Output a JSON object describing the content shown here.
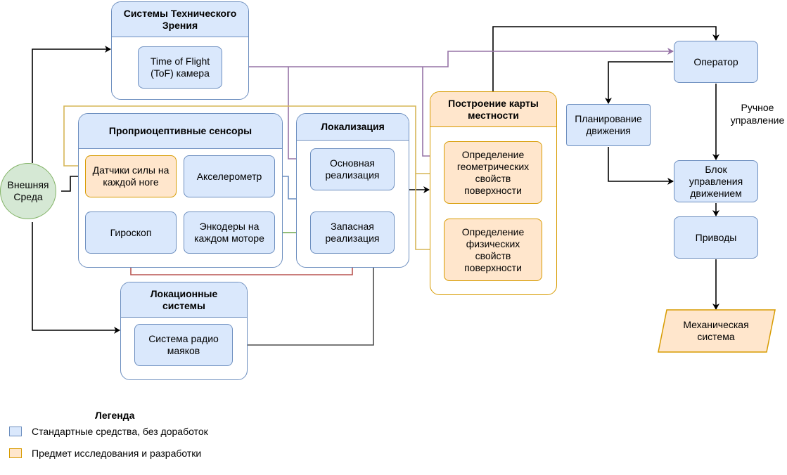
{
  "groups": {
    "vision": {
      "title": "Системы Технического Зрения"
    },
    "proprio": {
      "title": "Проприоцептивные сенсоры"
    },
    "localization": {
      "title": "Локализация"
    },
    "location_systems": {
      "title": "Локационные системы"
    },
    "mapping": {
      "title": "Построение карты местности"
    }
  },
  "nodes": {
    "env": "Внешняя Среда",
    "tof": "Time of Flight (ToF) камера",
    "force": "Датчики силы на каждой ноге",
    "accel": "Акселерометр",
    "gyro": "Гироскоп",
    "encoders": "Энкодеры на каждом моторе",
    "main_impl": "Основная реализация",
    "backup_impl": "Запасная реализация",
    "radio": "Система радио маяков",
    "geom": "Определение геометрических свойств поверхности",
    "phys": "Определение физических свойств поверхности",
    "operator": "Оператор",
    "planning": "Планирование движения",
    "control": "Блок управления движением",
    "drives": "Приводы",
    "mech": "Механическая система"
  },
  "labels": {
    "manual": "Ручное управление"
  },
  "legend": {
    "title": "Легенда",
    "standard": "Стандартные средства, без доработок",
    "research": "Предмет исследования и разработки"
  },
  "colors": {
    "blue_fill": "#dae8fc",
    "blue_stroke": "#6c8ebf",
    "orange_fill": "#ffe6cc",
    "orange_stroke": "#d79b00",
    "green_fill": "#d5e8d4",
    "green_stroke": "#82b366",
    "purple_edge": "#9673a6",
    "yellow_edge": "#d6b656",
    "green_edge": "#82b366",
    "red_edge": "#b85450",
    "gray_edge": "#4d4d4d",
    "blue_edge": "#6c8ebf"
  }
}
